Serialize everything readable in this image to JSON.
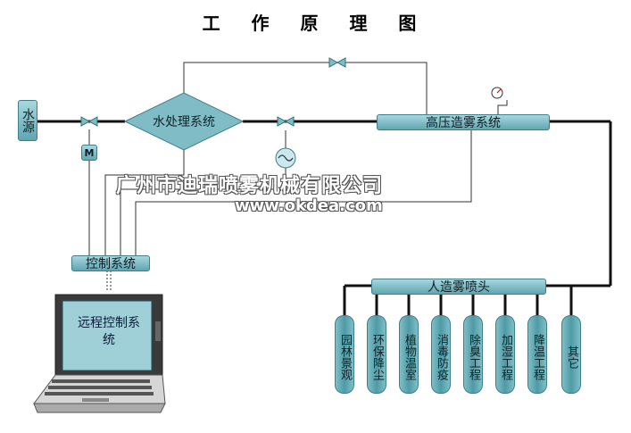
{
  "title": "工 作 原 理 图",
  "water_source": "水源",
  "water_treatment": "水处理系统",
  "high_pressure": "高压造雾系统",
  "control_system": "控制系统",
  "motor_label": "M",
  "remote_control": "远程控制系统",
  "nozzle_header": "人造雾喷头",
  "applications": [
    "园林景观",
    "环保降尘",
    "植物温室",
    "消毒防疫",
    "除臭工程",
    "加湿工程",
    "降温工程",
    "其它"
  ],
  "watermark_company": "广州市迪瑞喷雾机械有限公司",
  "watermark_url": "www.okdea.com",
  "colors": {
    "pipe": "#111111",
    "box": "#6fb3bd",
    "screen": "#9fd0d8"
  }
}
